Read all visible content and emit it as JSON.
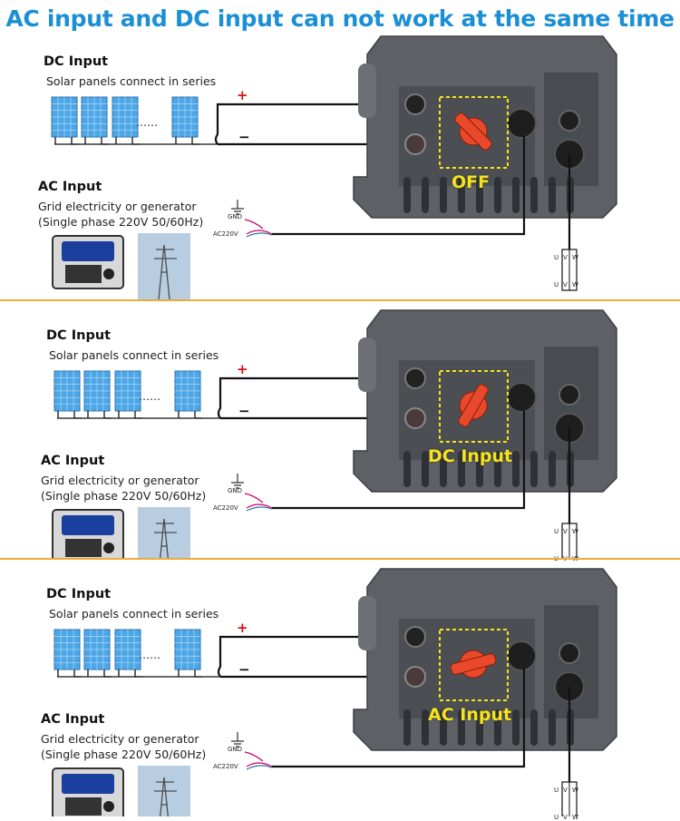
{
  "title": "AC input and DC input can not work at the same time",
  "dc_heading": "DC Input",
  "dc_desc": "Solar panels connect in series",
  "ellipsis": "……",
  "plus_sign": "+",
  "minus_sign": "−",
  "ac_heading": "AC Input",
  "ac_desc_1": "Grid electricity or generator",
  "ac_desc_2": "(Single phase 220V 50/60Hz)",
  "gnd_label": "GND",
  "ac220_label": "AC220V",
  "uvw": [
    "U",
    "V",
    "W"
  ],
  "panels": [
    {
      "switch_state": "OFF",
      "switch_position": "off"
    },
    {
      "switch_state": "DC Input",
      "switch_position": "dc"
    },
    {
      "switch_state": "AC Input",
      "switch_position": "ac"
    }
  ],
  "colors": {
    "title": "#1b8fd6",
    "separator": "#f0a93a",
    "state_text": "#f6e31a",
    "switch_knob": "#e8492a",
    "enclosure": "#5d6166",
    "solar_cell": "#4da6e6"
  }
}
